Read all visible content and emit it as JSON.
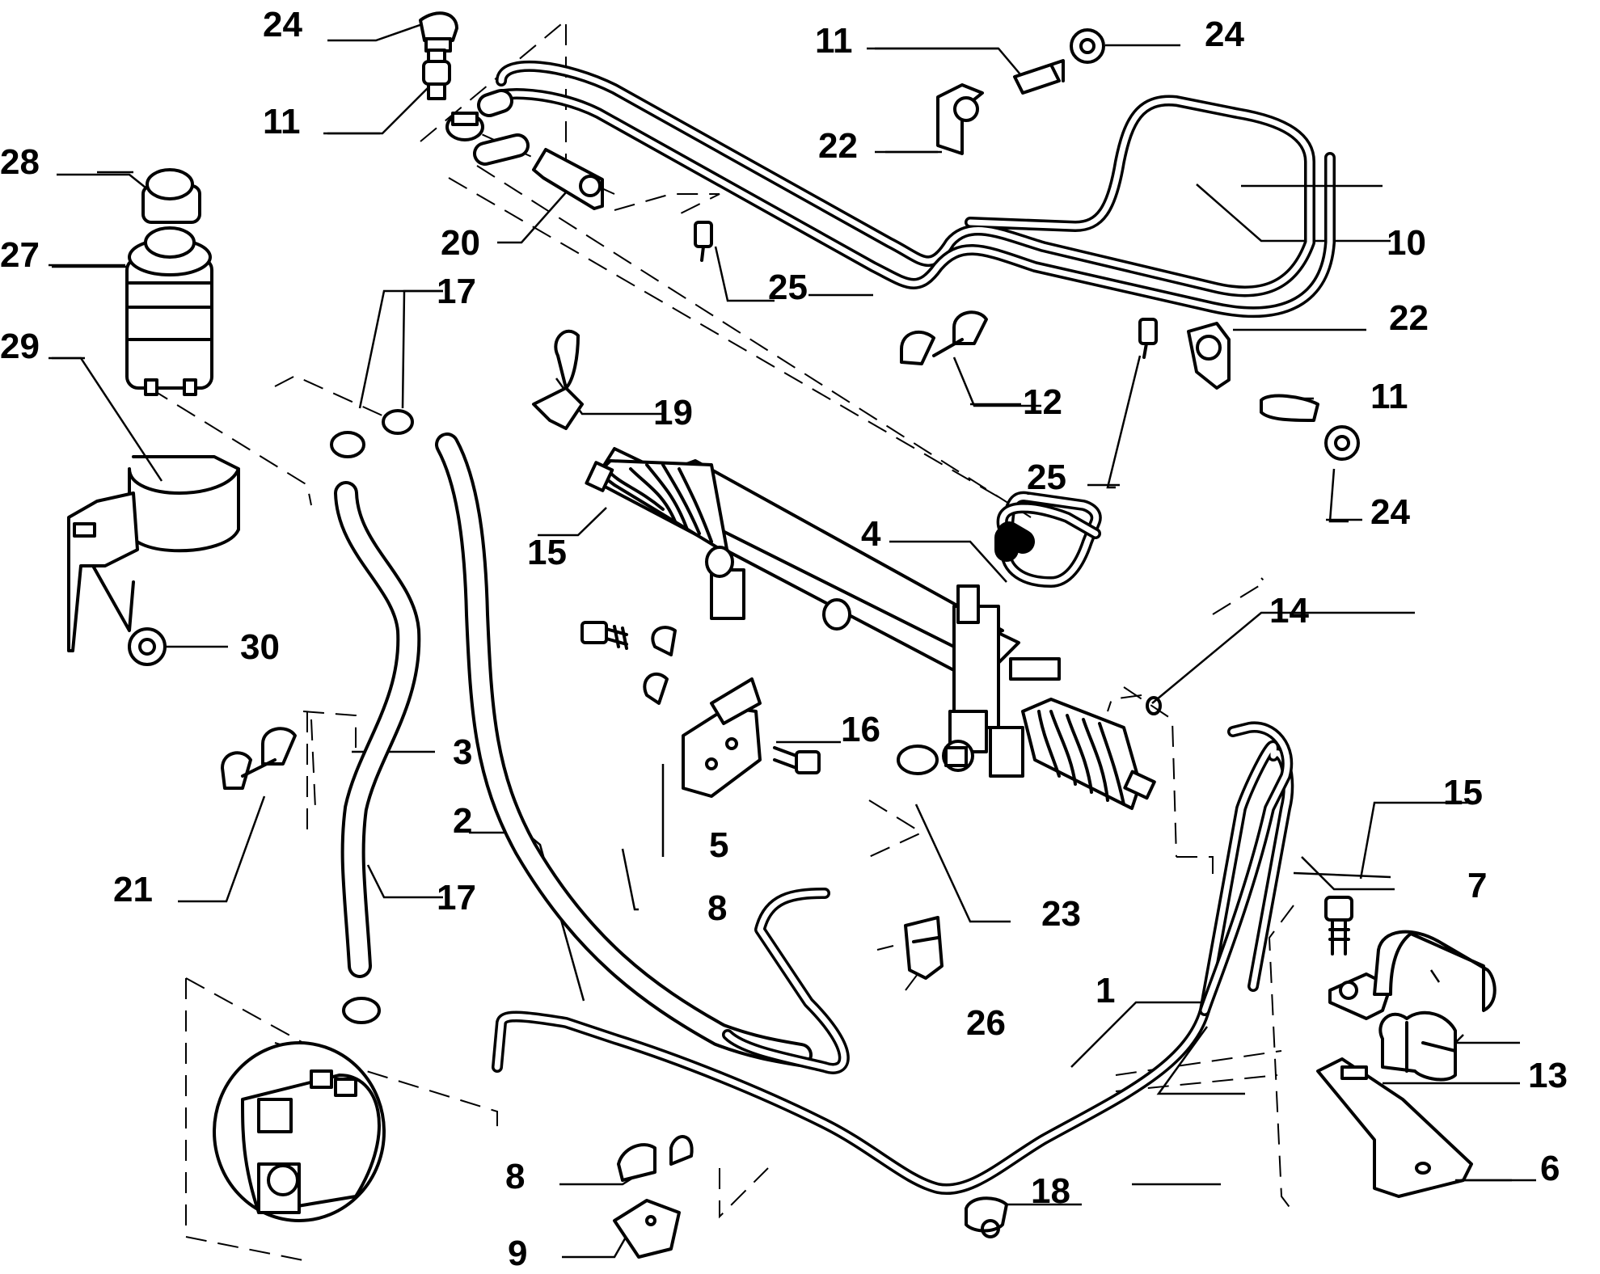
{
  "callouts": [
    {
      "id": "c24a",
      "text": "24"
    },
    {
      "id": "c11a",
      "text": "11"
    },
    {
      "id": "c28",
      "text": "28"
    },
    {
      "id": "c27",
      "text": "27"
    },
    {
      "id": "c29",
      "text": "29"
    },
    {
      "id": "c17a",
      "text": "17"
    },
    {
      "id": "c20",
      "text": "20"
    },
    {
      "id": "c11b",
      "text": "11"
    },
    {
      "id": "c24b",
      "text": "24"
    },
    {
      "id": "c22a",
      "text": "22"
    },
    {
      "id": "c10",
      "text": "10"
    },
    {
      "id": "c25a",
      "text": "25"
    },
    {
      "id": "c12",
      "text": "12"
    },
    {
      "id": "c22b",
      "text": "22"
    },
    {
      "id": "c11c",
      "text": "11"
    },
    {
      "id": "c25b",
      "text": "25"
    },
    {
      "id": "c24c",
      "text": "24"
    },
    {
      "id": "c19",
      "text": "19"
    },
    {
      "id": "c4",
      "text": "4"
    },
    {
      "id": "c15a",
      "text": "15"
    },
    {
      "id": "c14",
      "text": "14"
    },
    {
      "id": "c30",
      "text": "30"
    },
    {
      "id": "c3",
      "text": "3"
    },
    {
      "id": "c16",
      "text": "16"
    },
    {
      "id": "c2",
      "text": "2"
    },
    {
      "id": "c5",
      "text": "5"
    },
    {
      "id": "c15b",
      "text": "15"
    },
    {
      "id": "c21",
      "text": "21"
    },
    {
      "id": "c17b",
      "text": "17"
    },
    {
      "id": "c8a",
      "text": "8"
    },
    {
      "id": "c23",
      "text": "23"
    },
    {
      "id": "c7",
      "text": "7"
    },
    {
      "id": "c1",
      "text": "1"
    },
    {
      "id": "c26",
      "text": "26"
    },
    {
      "id": "c13",
      "text": "13"
    },
    {
      "id": "c8b",
      "text": "8"
    },
    {
      "id": "c18",
      "text": "18"
    },
    {
      "id": "c6",
      "text": "6"
    },
    {
      "id": "c9",
      "text": "9"
    }
  ]
}
